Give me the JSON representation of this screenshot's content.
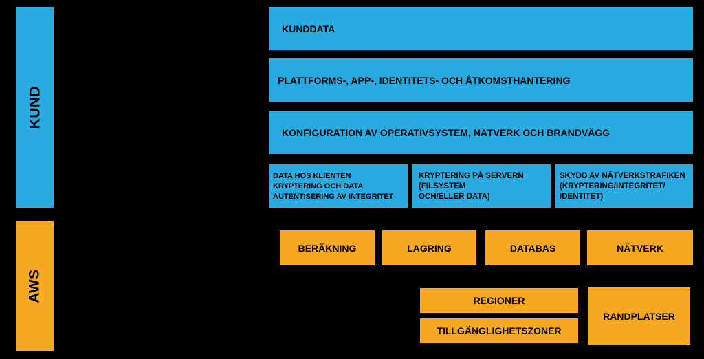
{
  "labels": {
    "customer": "KUND",
    "aws": "AWS"
  },
  "customer_layers": {
    "customer_data": "KUNDDATA",
    "platform_management": "PLATTFORMS-, APP-, IDENTITETS- OCH ÅTKOMSTHANTERING",
    "os_network_config": "KONFIGURATION AV OPERATIVSYSTEM, NÄTVERK OCH BRANDVÄGG",
    "encryption": [
      "DATA HOS KLIENTEN\nKRYPTERING OCH DATA\nAUTENTISERING AV INTEGRITET",
      "KRYPTERING PÅ SERVERN\n(FILSYSTEM\nOCH/ELLER DATA)",
      "SKYDD AV NÄTVERKSTRAFIKEN\n(KRYPTERING/INTEGRITET/\nIDENTITET)"
    ]
  },
  "aws_layers": {
    "services": [
      "BERÄKNING",
      "LAGRING",
      "DATABAS",
      "NÄTVERK"
    ],
    "regions": "REGIONER",
    "availability_zones": "TILLGÄNGLIGHETSZONER",
    "edge_locations": "RANDPLATSER"
  },
  "colors": {
    "customer": "#29ABE2",
    "aws": "#F7A823",
    "background": "#000000"
  }
}
